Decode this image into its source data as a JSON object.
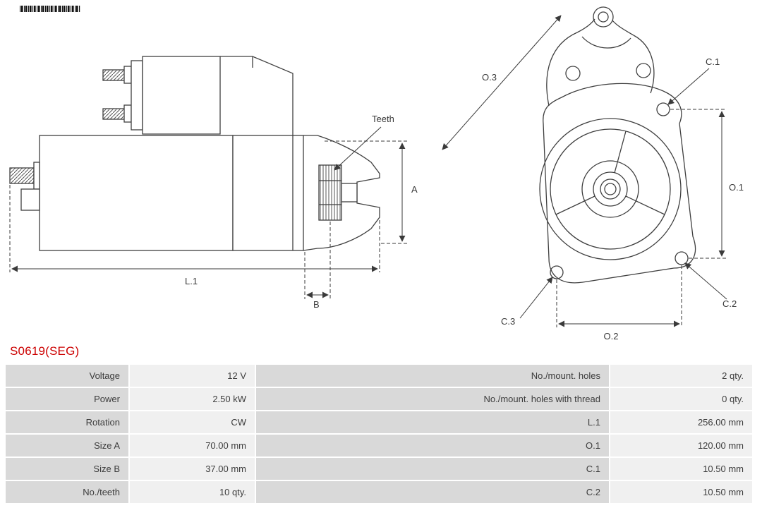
{
  "part_number": "S0619(SEG)",
  "diagram": {
    "side_view_labels": {
      "teeth": "Teeth",
      "a": "A",
      "b": "B",
      "l1": "L.1"
    },
    "front_view_labels": {
      "o1": "O.1",
      "o2": "O.2",
      "o3": "O.3",
      "c1": "C.1",
      "c2": "C.2",
      "c3": "C.3"
    }
  },
  "table": {
    "rows": [
      [
        "Voltage",
        "12 V",
        "No./mount. holes",
        "2 qty."
      ],
      [
        "Power",
        "2.50 kW",
        "No./mount. holes with thread",
        "0 qty."
      ],
      [
        "Rotation",
        "CW",
        "L.1",
        "256.00 mm"
      ],
      [
        "Size A",
        "70.00 mm",
        "O.1",
        "120.00 mm"
      ],
      [
        "Size B",
        "37.00 mm",
        "C.1",
        "10.50 mm"
      ],
      [
        "No./teeth",
        "10 qty.",
        "C.2",
        "10.50 mm"
      ]
    ]
  },
  "colors": {
    "part_number_red": "#cc0000",
    "label_cell_bg": "#d9d9d9",
    "value_cell_bg": "#f0f0f0",
    "line_color": "#3f3f3f"
  }
}
